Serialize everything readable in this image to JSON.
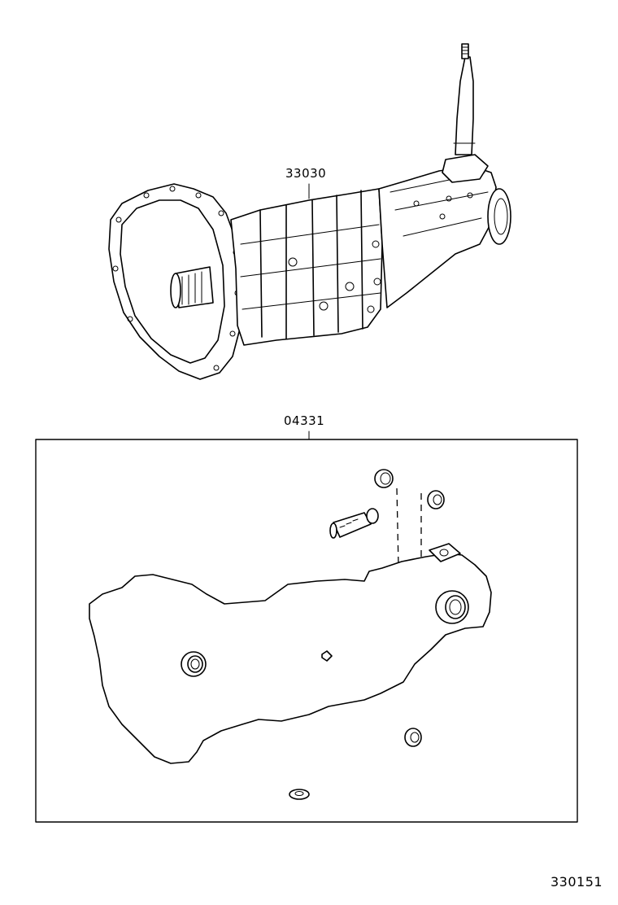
{
  "figure_number": "330151",
  "parts": [
    {
      "part_number": "33030"
    },
    {
      "part_number": "04331"
    }
  ]
}
